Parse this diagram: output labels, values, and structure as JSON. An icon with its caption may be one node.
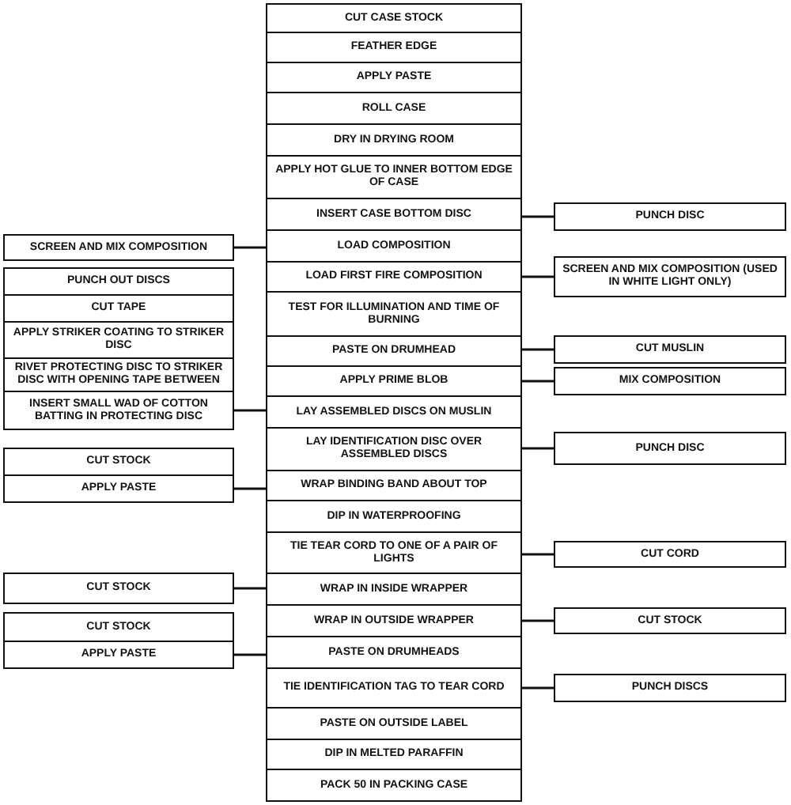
{
  "diagram": {
    "nodes": [
      {
        "text": [
          "CUT CASE STOCK"
        ]
      },
      {
        "text": [
          "FEATHER EDGE"
        ]
      },
      {
        "text": [
          "APPLY PASTE"
        ]
      },
      {
        "text": [
          "ROLL CASE"
        ]
      },
      {
        "text": [
          "DRY IN DRYING ROOM"
        ]
      },
      {
        "text": [
          "APPLY HOT GLUE TO INNER BOTTOM EDGE OF CASE"
        ]
      },
      {
        "text": [
          "INSERT CASE BOTTOM DISC"
        ]
      },
      {
        "text": [
          "LOAD COMPOSITION"
        ]
      },
      {
        "text": [
          "LOAD FIRST FIRE COMPOSITION"
        ]
      },
      {
        "text": [
          "TEST FOR ILLUMINATION AND TIME OF BURNING"
        ]
      },
      {
        "text": [
          "PASTE ON DRUMHEAD"
        ]
      },
      {
        "text": [
          "APPLY PRIME BLOB"
        ]
      },
      {
        "text": [
          "LAY ASSEMBLED DISCS ON MUSLIN"
        ]
      },
      {
        "text": [
          "LAY IDENTIFICATION DISC OVER ASSEMBLED DISCS"
        ]
      },
      {
        "text": [
          "WRAP BINDING BAND ABOUT TOP"
        ]
      },
      {
        "text": [
          "DIP IN WATERPROOFING"
        ]
      },
      {
        "text": [
          "TIE TEAR CORD TO ONE OF A PAIR OF LIGHTS"
        ]
      },
      {
        "text": [
          "WRAP IN INSIDE WRAPPER"
        ]
      },
      {
        "text": [
          "WRAP IN OUTSIDE WRAPPER"
        ]
      },
      {
        "text": [
          "PASTE ON DRUMHEADS"
        ]
      },
      {
        "text": [
          "TIE IDENTIFICATION TAG TO TEAR CORD"
        ]
      },
      {
        "text": [
          "PASTE ON OUTSIDE LABEL"
        ]
      },
      {
        "text": [
          "DIP IN MELTED PARAFFIN"
        ]
      },
      {
        "text": [
          "PACK 50 IN PACKING CASE"
        ]
      },
      {
        "text": [
          "SCREEN AND MIX COMPOSITION"
        ]
      },
      {
        "text": [
          "PUNCH OUT DISCS"
        ]
      },
      {
        "text": [
          "CUT TAPE"
        ]
      },
      {
        "text": [
          "APPLY STRIKER COATING TO STRIKER DISC"
        ]
      },
      {
        "text": [
          "RIVET PROTECTING DISC TO STRIKER DISC WITH OPENING TAPE BETWEEN"
        ]
      },
      {
        "text": [
          "INSERT SMALL WAD OF COTTON BATTING IN PROTECTING DISC"
        ]
      },
      {
        "text": [
          "CUT STOCK"
        ]
      },
      {
        "text": [
          "APPLY PASTE"
        ]
      },
      {
        "text": [
          "CUT STOCK"
        ]
      },
      {
        "text": [
          "CUT STOCK"
        ]
      },
      {
        "text": [
          "APPLY PASTE"
        ]
      },
      {
        "text": [
          "PUNCH DISC"
        ]
      },
      {
        "text": [
          "SCREEN AND MIX COMPOSITION (USED IN WHITE LIGHT ONLY)"
        ]
      },
      {
        "text": [
          "CUT MUSLIN"
        ]
      },
      {
        "text": [
          "MIX COMPOSITION"
        ]
      },
      {
        "text": [
          "PUNCH DISC"
        ]
      },
      {
        "text": [
          "CUT CORD"
        ]
      },
      {
        "text": [
          "CUT STOCK"
        ]
      },
      {
        "text": [
          "PUNCH DISCS"
        ]
      }
    ],
    "edges": [
      {
        "from": 24,
        "to": 7,
        "arrow": "none"
      },
      {
        "from": 29,
        "to": 12,
        "arrow": "none"
      },
      {
        "from": 31,
        "to": 14,
        "arrow": "none"
      },
      {
        "from": 32,
        "to": 17,
        "arrow": "none"
      },
      {
        "from": 34,
        "to": 19,
        "arrow": "none"
      },
      {
        "from": 35,
        "to": 6,
        "arrow": "none"
      },
      {
        "from": 36,
        "to": 8,
        "arrow": "none"
      },
      {
        "from": 37,
        "to": 10,
        "arrow": "none"
      },
      {
        "from": 38,
        "to": 11,
        "arrow": "none"
      },
      {
        "from": 39,
        "to": 13,
        "arrow": "none"
      },
      {
        "from": 40,
        "to": 16,
        "arrow": "none"
      },
      {
        "from": 41,
        "to": 18,
        "arrow": "none"
      },
      {
        "from": 42,
        "to": 20,
        "arrow": "none"
      }
    ]
  }
}
